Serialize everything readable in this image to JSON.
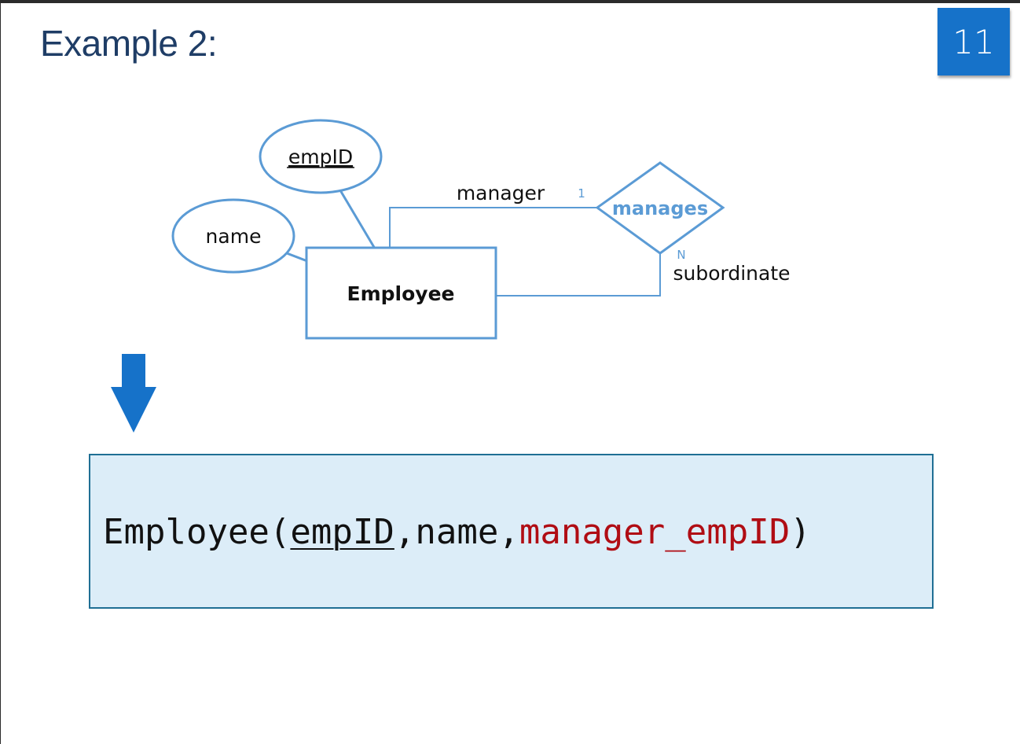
{
  "slide": {
    "title": "Example 2:",
    "page_number": "11"
  },
  "diagram": {
    "entity": {
      "label": "Employee"
    },
    "attributes": [
      {
        "label": "empID",
        "key": true
      },
      {
        "label": "name",
        "key": false
      }
    ],
    "relationship": {
      "label": "manages"
    },
    "roles": {
      "manager": {
        "label": "manager",
        "cardinality": "1"
      },
      "subordinate": {
        "label": "subordinate",
        "cardinality": "N"
      }
    },
    "colors": {
      "line": "#5b9bd5",
      "relationship_text": "#5b9bd5",
      "accent": "#1672c9"
    }
  },
  "transform_icon": "down-arrow-icon",
  "relation_schema": {
    "table_name": "Employee",
    "open_paren": "(",
    "primary_key": "empID",
    "separator_1": ",",
    "attribute": "name",
    "separator_2": ",",
    "foreign_key": "manager_empID",
    "close_paren": ")",
    "foreign_key_color": "#b00d14"
  }
}
